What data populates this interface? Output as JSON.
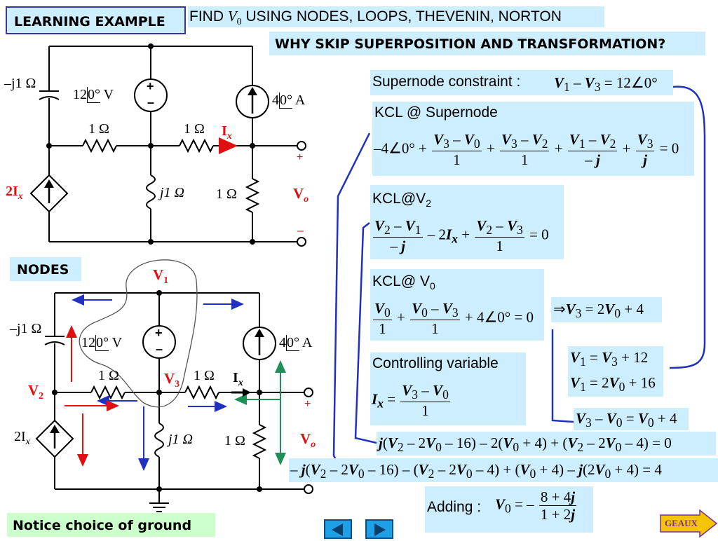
{
  "title": {
    "learning_example": "LEARNING EXAMPLE",
    "find_prefix": "FIND ",
    "find_var": "V",
    "find_sub": "0",
    "find_suffix": " USING NODES, LOOPS, THEVENIN, NORTON",
    "subtitle": "WHY SKIP SUPERPOSITION AND TRANSFORMATION?"
  },
  "circuit": {
    "cap": "–j1 Ω",
    "vsrc": "12",
    "vsrc_ang": "0°",
    "vsrc_unit": " V",
    "isrc": "4",
    "isrc_ang": "0°",
    "isrc_unit": " A",
    "r1": "1 Ω",
    "r2": "1 Ω",
    "r3": "1 Ω",
    "ind": "j1 Ω",
    "dep": "2I",
    "dep_sub": "x",
    "ix": "I",
    "ix_sub": "x",
    "vo": "V",
    "vo_sub": "o",
    "plus": "+",
    "minus": "–",
    "src_plus": "+",
    "src_minus": "–",
    "node_v1": "V",
    "node_v1_sub": "1",
    "node_v2": "V",
    "node_v2_sub": "2",
    "node_v3": "V",
    "node_v3_sub": "3"
  },
  "labels": {
    "nodes": "NODES",
    "notice": "Notice choice of ground",
    "geaux": "GEAUX"
  },
  "equations": {
    "supernode_label": "Supernode constraint :",
    "supernode_eq": "V1 – V3 = 12∠0°",
    "kcl_super_label": "KCL @ Supernode",
    "kcl_v2_label": "KCL@V",
    "kcl_v2_sub": "2",
    "kcl_v0_label": "KCL@ V",
    "kcl_v0_sub": "0",
    "ctrl_label": "Controlling variable",
    "adding_label": "Adding :"
  }
}
